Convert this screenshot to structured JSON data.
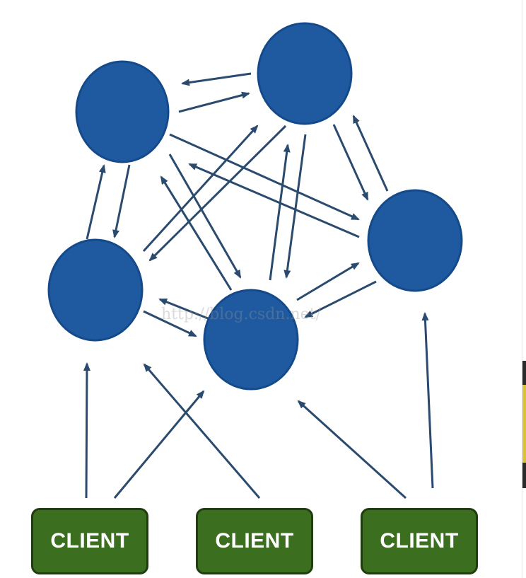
{
  "diagram": {
    "node_color": "#1f5aa0",
    "node_stroke": "#154a8a",
    "arrow_color": "#2a4a6e",
    "client_color": "#3b6e1f",
    "nodes": [
      {
        "id": "n1"
      },
      {
        "id": "n2"
      },
      {
        "id": "n3"
      },
      {
        "id": "n4"
      },
      {
        "id": "n5"
      }
    ],
    "clients": [
      {
        "id": "c1",
        "label": "CLIENT"
      },
      {
        "id": "c2",
        "label": "CLIENT"
      },
      {
        "id": "c3",
        "label": "CLIENT"
      }
    ],
    "watermark": "http://blog.csdn.net/"
  }
}
